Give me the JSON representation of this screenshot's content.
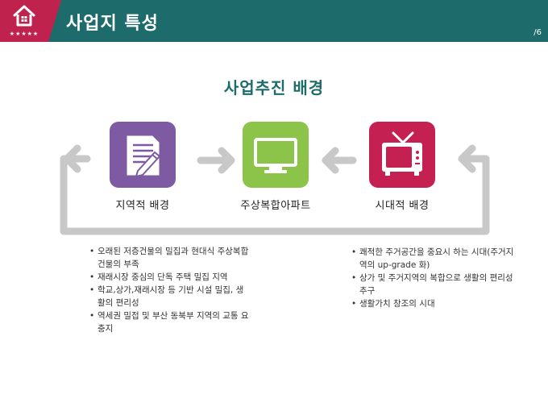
{
  "header": {
    "title": "사업지 특성",
    "page_number": "/6",
    "logo_stars": "★★★★★",
    "icon": "house-icon",
    "colors": {
      "bar": "#1e6b6b",
      "logo": "#c0224e"
    }
  },
  "main_title": "사업추진 배경",
  "nodes": [
    {
      "label": "지역적 배경",
      "icon": "document-pencil-icon",
      "color": "#7d5aa2"
    },
    {
      "label": "주상복합아파트",
      "icon": "monitor-icon",
      "color": "#8cc44a"
    },
    {
      "label": "시대적 배경",
      "icon": "television-icon",
      "color": "#c42052"
    }
  ],
  "left_bullets": [
    "오래된 저층건물의 밀집과 현대식 주상복합건물의 부족",
    "재래시장 중심의 단독 주택 밀집 지역",
    "학교,상가,재래시장 등 기반 시설 밀집, 생활의 편리성",
    "역세권 밀접 및 부산 동북부 지역의 교통 요충지"
  ],
  "right_bullets": [
    "쾌적한 주거공간을 중요시 하는 시대(주거지역의 up-grade 화)",
    "상가 및 주거지역의 복합으로 생활의 편리성 추구",
    "생활가치 창조의 시대"
  ]
}
